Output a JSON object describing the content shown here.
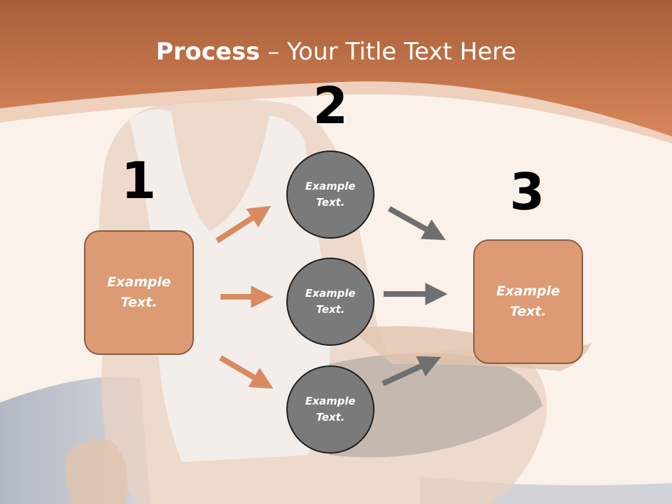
{
  "title": {
    "bold": "Process",
    "rest": " – Your Title Text Here"
  },
  "steps": {
    "step1": {
      "number": "1",
      "line1": "Example",
      "line2": "Text."
    },
    "step2": {
      "number": "2"
    },
    "step3": {
      "number": "3",
      "line1": "Example",
      "line2": "Text."
    }
  },
  "circles": [
    {
      "line1": "Example",
      "line2": "Text."
    },
    {
      "line1": "Example",
      "line2": "Text."
    },
    {
      "line1": "Example",
      "line2": "Text."
    }
  ],
  "colors": {
    "banner": "#c9764a",
    "box_fill": "#dc9b74",
    "circle_fill": "#7a7a7a",
    "arrow_orange": "#d98a60",
    "arrow_gray": "#6f6f6f"
  }
}
